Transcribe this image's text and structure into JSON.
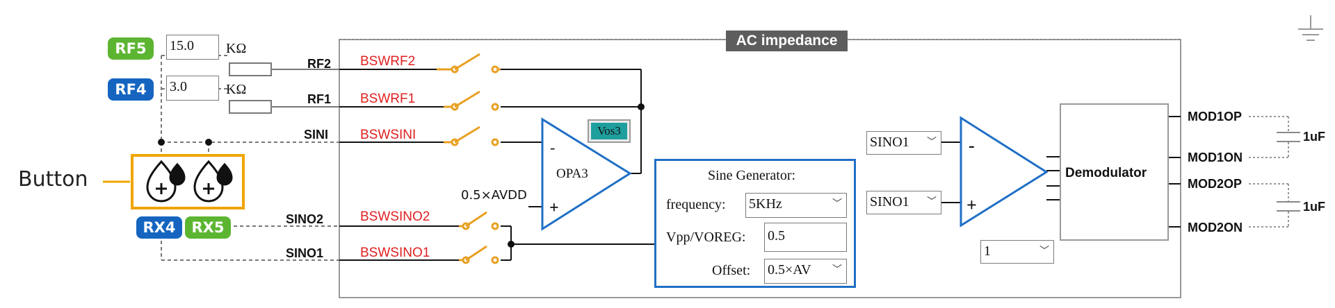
{
  "panel": {
    "title": "AC impedance"
  },
  "resistors": {
    "rf5": {
      "badge": "RF5",
      "value": "15.0",
      "unit": "KΩ"
    },
    "rf4": {
      "badge": "RF4",
      "value": "3.0",
      "unit": "KΩ"
    }
  },
  "electrodes": {
    "rx4": "RX4",
    "rx5": "RX5"
  },
  "external_label": "Button",
  "nets": {
    "rf2": "RF2",
    "rf1": "RF1",
    "sini": "SINI",
    "sino2": "SINO2",
    "sino1": "SINO1"
  },
  "switches": {
    "bswrf2": "BSWRF2",
    "bswrf1": "BSWRF1",
    "bswsini": "BSWSINI",
    "bswsino2": "BSWSINO2",
    "bswsino1": "BSWSINO1"
  },
  "opamp": {
    "name": "OPA3",
    "minus": "-",
    "plus": "+",
    "ref": "0.5×AVDD",
    "vos": "Vos3"
  },
  "sine_generator": {
    "title": "Sine Generator:",
    "frequency_label": "frequency:",
    "frequency_value": "5KHz",
    "vpp_label": "Vpp/VOREG:",
    "vpp_value": "0.5",
    "offset_label": "Offset:",
    "offset_value": "0.5×AV"
  },
  "demod_inputs": {
    "top": "SINO1",
    "bottom": "SINO1"
  },
  "amplifier": {
    "minus": "-",
    "plus": "+"
  },
  "demodulator": {
    "label": "Demodulator",
    "gain_value": "1"
  },
  "outputs": {
    "mod1op": "MOD1OP",
    "mod1on": "MOD1ON",
    "mod2op": "MOD2OP",
    "mod2on": "MOD2ON"
  },
  "caps": {
    "c1": "1uF",
    "c2": "1uF"
  },
  "colors": {
    "green": "#5cb531",
    "blue": "#1565c0",
    "orange": "#e8a020",
    "red": "#e02020",
    "accent_blue": "#1f6fc5",
    "teal": "#1f9e9e"
  }
}
